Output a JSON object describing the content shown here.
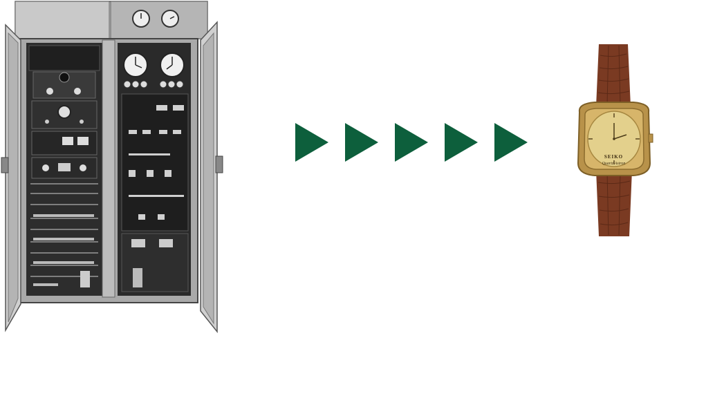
{
  "illustration": {
    "left": {
      "subject": "quartz-clock-cabinet",
      "colors": {
        "metal": "#9a9a9a",
        "panel": "#2b2b2b",
        "light": "#d9d9d9"
      }
    },
    "arrows": {
      "count": 5,
      "color": "#0d5f3c",
      "icon": "triangle-right-icon"
    },
    "right": {
      "subject": "quartz-wristwatch",
      "brand": "SEIKO",
      "model": "Quartz Astron",
      "colors": {
        "strap": "#7a3a22",
        "case": "#b8924a",
        "dial": "#e3d08c"
      }
    }
  }
}
